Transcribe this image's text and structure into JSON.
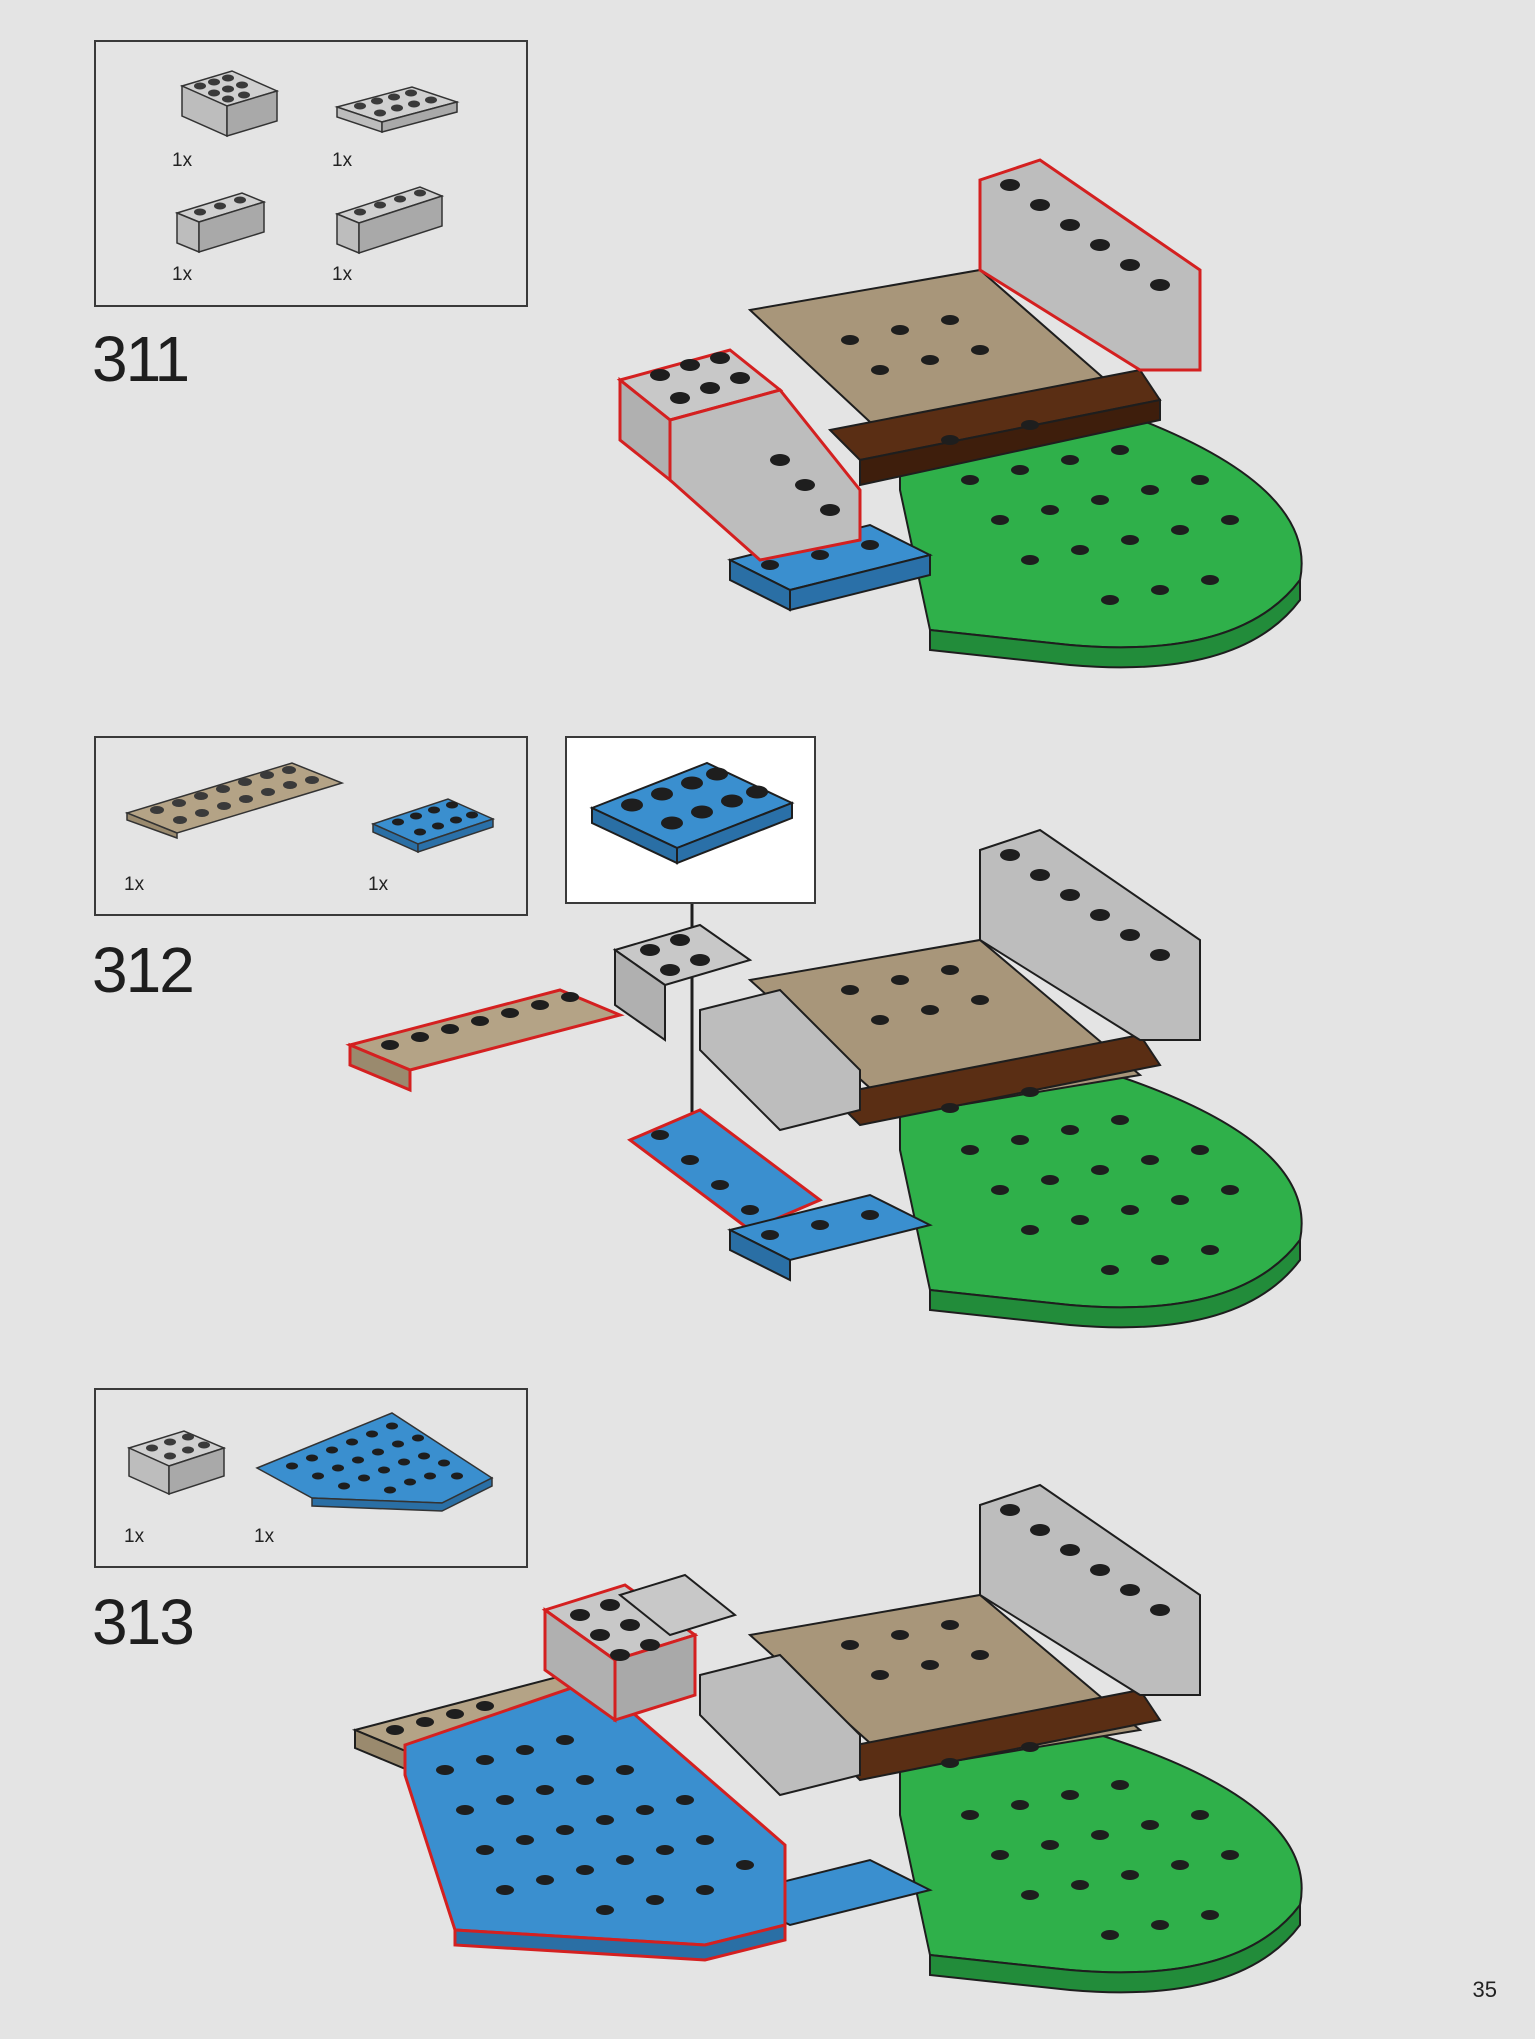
{
  "page_number": "35",
  "colors": {
    "background": "#e4e4e4",
    "light_gray": "#bdbdbd",
    "tan": "#a8967a",
    "blue": "#3a8fcf",
    "green": "#2fb04a",
    "brown": "#5a2e14",
    "highlight": "#d42020"
  },
  "steps": [
    {
      "number": "311",
      "parts": [
        {
          "icon": "light-gray-brick-2x4",
          "qty": "1x"
        },
        {
          "icon": "light-gray-plate-2x4",
          "qty": "1x"
        },
        {
          "icon": "light-gray-brick-1x3",
          "qty": "1x"
        },
        {
          "icon": "light-gray-brick-1x4",
          "qty": "1x"
        }
      ]
    },
    {
      "number": "312",
      "parts": [
        {
          "icon": "tan-plate-2x8",
          "qty": "1x"
        },
        {
          "icon": "blue-plate-2x4",
          "qty": "1x"
        }
      ],
      "callout_part": "blue-plate-2x4"
    },
    {
      "number": "313",
      "parts": [
        {
          "icon": "light-gray-brick-2x3",
          "qty": "1x"
        },
        {
          "icon": "blue-wedge-plate",
          "qty": "1x"
        }
      ]
    }
  ]
}
